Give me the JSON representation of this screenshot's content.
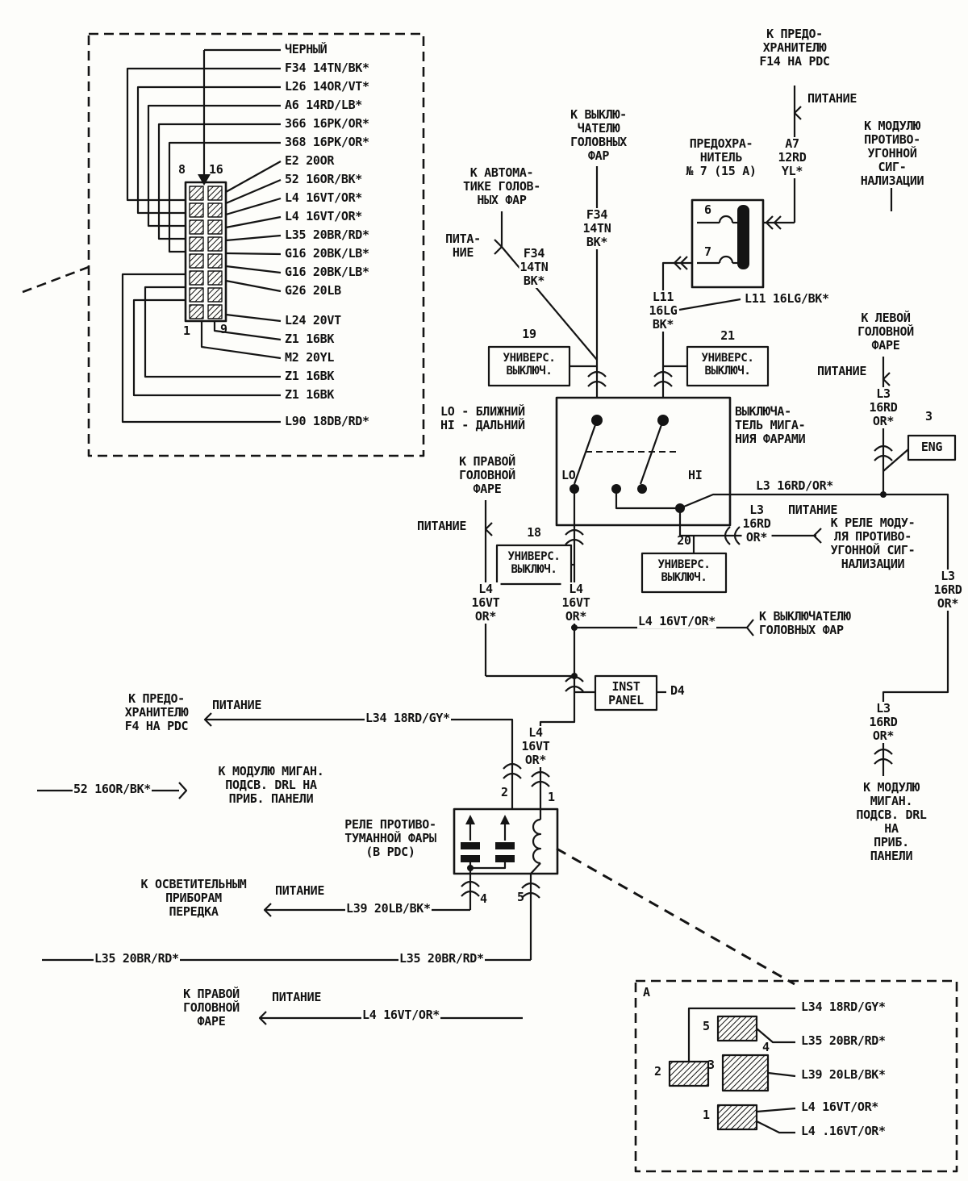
{
  "connector": {
    "pin8": "8",
    "pin16": "16",
    "pin1": "1",
    "pin9": "9",
    "wires": [
      "ЧЕРНЫЙ",
      "F34 14TN/BK*",
      "L26 14OR/VT*",
      "А6 14RD/LB*",
      "366 16PK/OR*",
      "368 16PK/OR*",
      "E2 20OR",
      "52 16OR/BK*",
      "L4 16VT/OR*",
      "L4 16VT/OR*",
      "L35 20BR/RD*",
      "G16 20BK/LB*",
      "G16 20BK/LB*",
      "G26 20LB",
      "L24 20VT",
      "Z1 16BK",
      "M2 20YL",
      "Z1 16BK",
      "Z1 16BK",
      "L90 18DB/RD*"
    ]
  },
  "labels": {
    "power": "ПИТАНИЕ",
    "power_split": "ПИТА-\nНИЕ",
    "universal_switch": "УНИВЕРС.\nВЫКЛЮЧ.",
    "box18": "18",
    "box19": "19",
    "box20": "20",
    "box21": "21",
    "to_headlight_switch": "К ВЫКЛЮ-\nЧАТЕЛЮ\nГОЛОВНЫХ\nФАР",
    "f34_wire": "F34\n14TN\nBK*",
    "to_headlight_automation": "К АВТОМА-\nТИКЕ ГОЛОВ-\nНЫХ ФАР",
    "to_fuse_f14": "К ПРЕДО-\nХРАНИТЕЛЮ\nF14 НА PDC",
    "fuse_title": "ПРЕДОХРА-\nНИТЕЛЬ\n№ 7 (15 А)",
    "fuse_pin6": "6",
    "fuse_pin7": "7",
    "a7_wire": "A7\n12RD\nYL*",
    "to_antitheft_module": "К МОДУЛЮ\nПРОТИВО-\nУГОННОЙ СИГ-\nНАЛИЗАЦИИ",
    "l11_vertical": "L11\n16LG\nBK*",
    "l11_horizontal": "L11 16LG/BK*",
    "lo_hi_legend": "LO - БЛИЖНИЙ\nHI - ДАЛЬНИЙ",
    "flasher_title": "ВЫКЛЮЧА-\nТЕЛЬ МИГА-\nНИЯ ФАРАМИ",
    "lo": "LO",
    "hi": "HI",
    "to_left_headlight": "К ЛЕВОЙ\nГОЛОВНОЙ\nФАРЕ",
    "l3_vertical": "L3\n16RD\nOR*",
    "eng_pin": "3",
    "eng": "ENG",
    "l3_horizontal": "L3 16RD/OR*",
    "to_antitheft_relay": "К РЕЛЕ МОДУ-\nЛЯ ПРОТИВО-\nУГОННОЙ СИГ-\nНАЛИЗАЦИИ",
    "to_right_headlight": "К ПРАВОЙ\nГОЛОВНОЙ\nФАРЕ",
    "l4_vertical": "L4\n16VT\nOR*",
    "l4_horizontal": "L4 16VT/OR*",
    "to_headlight_switch_short": "К ВЫКЛЮЧАТЕЛЮ\nГОЛОВНЫХ ФАР",
    "inst_panel": "INST\nPANEL",
    "d4": "D4",
    "to_fuse_f4": "К ПРЕДО-\nХРАНИТЕЛЮ\nF4 НА PDC",
    "l34": "L34 18RD/GY*",
    "wire52": "52 16OR/BK*",
    "to_drl_module": "К МОДУЛЮ МИГАН.\nПОДСВ. DRL НА\nПРИБ. ПАНЕЛИ",
    "fog_relay": "РЕЛЕ ПРОТИВО-\nТУМАННОЙ ФАРЫ\n(В PDC)",
    "pin1": "1",
    "pin2": "2",
    "pin3": "3",
    "pin4": "4",
    "pin5": "5",
    "to_front_lighting": "К ОСВЕТИТЕЛЬНЫМ\nПРИБОРАМ\nПЕРЕДКА",
    "l39": "L39 20LB/BK*",
    "l35": "L35 20BR/RD*",
    "connector_a": "A",
    "l4_dotted": "L4 .16VT/OR*"
  }
}
